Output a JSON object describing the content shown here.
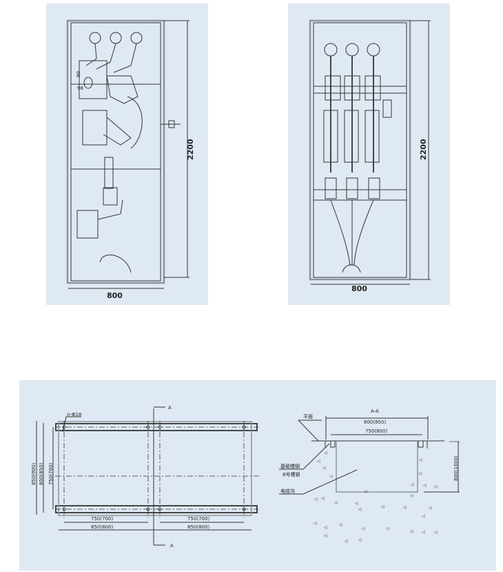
{
  "side_view": {
    "height_label": "2200",
    "width_label": "800",
    "dim_a": "90",
    "dim_b": "98"
  },
  "front_view": {
    "height_label": "2200",
    "width_label": "800"
  },
  "plan_view": {
    "hole_label": "n-Φ18",
    "section_mark": "A",
    "dims_vertical": [
      "850(900)",
      "800(850)",
      "750(700)"
    ],
    "dims_inner": [
      "750(700)",
      "750(700)"
    ],
    "dims_outer": [
      "850(800)",
      "850(800)"
    ]
  },
  "section_view": {
    "title": "A-A",
    "floor_label": "平面",
    "channel_label_1": "基础槽钢",
    "channel_label_2": "8号槽钢",
    "trench_label": "电缆沟",
    "dim_outer": "800(850)",
    "dim_inner": "750(800)",
    "depth_label": "800(1000)"
  }
}
